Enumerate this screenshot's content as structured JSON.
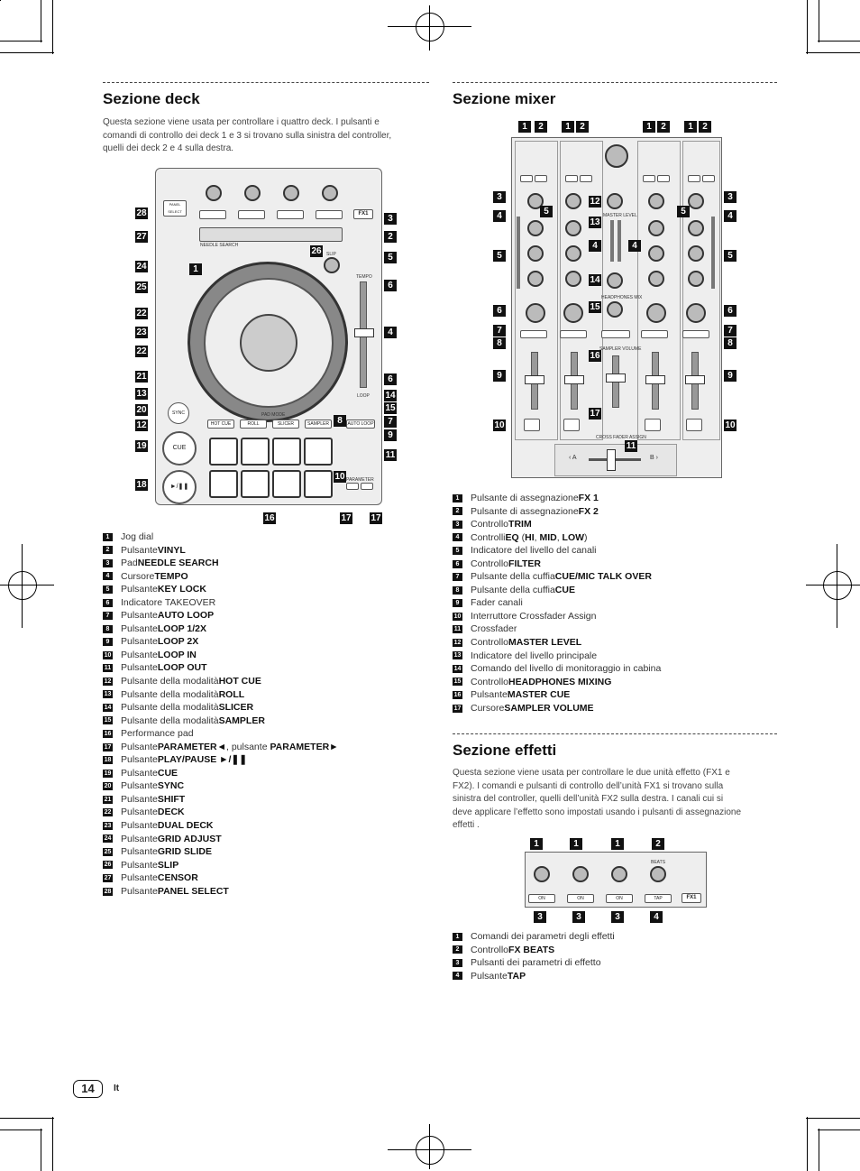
{
  "page": {
    "number": "14",
    "language": "It"
  },
  "deck": {
    "title": "Sezione deck",
    "intro": [
      "Questa sezione viene usata per controllare i quattro deck. I pulsanti e",
      "comandi di controllo dei deck 1 e 3 si trovano sulla sinistra del controller,",
      "quelli dei deck 2 e 4 sulla destra."
    ],
    "figure": {
      "fx1": "FX1",
      "cue": "CUE",
      "sync": "SYNC",
      "play": "►/❚❚",
      "panel": "PANEL SELECT",
      "slip": "SLIP",
      "tempo": "TEMPO",
      "needle": "NEEDLE SEARCH",
      "hot_cue": "HOT CUE",
      "roll": "ROLL",
      "slicer": "SLICER",
      "sampler": "SAMPLER",
      "auto_loop": "AUTO LOOP",
      "pad_mode": "PAD MODE",
      "loop": "LOOP",
      "parameter": "PARAMETER"
    },
    "callouts_left": [
      "28",
      "27",
      "24",
      "25",
      "22",
      "23",
      "22",
      "21",
      "13",
      "20",
      "12",
      "19",
      "18"
    ],
    "callouts_right": [
      "3",
      "2",
      "5",
      "6",
      "4",
      "6",
      "14",
      "15",
      "7",
      "9",
      "11"
    ],
    "callouts_misc": [
      "1",
      "26",
      "8",
      "10",
      "16",
      "17",
      "17"
    ],
    "items": [
      {
        "n": "1",
        "pre": "Jog dial",
        "b": ""
      },
      {
        "n": "2",
        "pre": "Pulsante ",
        "b": "VINYL"
      },
      {
        "n": "3",
        "pre": "Pad ",
        "b": "NEEDLE SEARCH"
      },
      {
        "n": "4",
        "pre": "Cursore ",
        "b": "TEMPO"
      },
      {
        "n": "5",
        "pre": "Pulsante ",
        "b": "KEY LOCK"
      },
      {
        "n": "6",
        "pre": "Indicatore TAKEOVER",
        "b": ""
      },
      {
        "n": "7",
        "pre": "Pulsante ",
        "b": "AUTO LOOP"
      },
      {
        "n": "8",
        "pre": "Pulsante ",
        "b": "LOOP 1/2X"
      },
      {
        "n": "9",
        "pre": "Pulsante ",
        "b": "LOOP 2X"
      },
      {
        "n": "10",
        "pre": "Pulsante ",
        "b": "LOOP IN"
      },
      {
        "n": "11",
        "pre": "Pulsante ",
        "b": "LOOP OUT"
      },
      {
        "n": "12",
        "pre": "Pulsante della modalità ",
        "b": "HOT CUE"
      },
      {
        "n": "13",
        "pre": "Pulsante della modalità ",
        "b": "ROLL"
      },
      {
        "n": "14",
        "pre": "Pulsante della modalità ",
        "b": "SLICER"
      },
      {
        "n": "15",
        "pre": "Pulsante della modalità ",
        "b": "SAMPLER"
      },
      {
        "n": "16",
        "pre": "Performance pad",
        "b": ""
      },
      {
        "n": "17",
        "pre": "Pulsante ",
        "b": "PARAMETER◄",
        "post": ", pulsante ",
        "b2": "PARAMETER►"
      },
      {
        "n": "18",
        "pre": "Pulsante ",
        "b": "PLAY/PAUSE ►/❚❚"
      },
      {
        "n": "19",
        "pre": "Pulsante ",
        "b": "CUE"
      },
      {
        "n": "20",
        "pre": "Pulsante ",
        "b": "SYNC"
      },
      {
        "n": "21",
        "pre": "Pulsante ",
        "b": "SHIFT"
      },
      {
        "n": "22",
        "pre": "Pulsante ",
        "b": "DECK"
      },
      {
        "n": "23",
        "pre": "Pulsante ",
        "b": "DUAL DECK"
      },
      {
        "n": "24",
        "pre": "Pulsante ",
        "b": "GRID ADJUST"
      },
      {
        "n": "25",
        "pre": "Pulsante ",
        "b": "GRID SLIDE"
      },
      {
        "n": "26",
        "pre": "Pulsante ",
        "b": "SLIP"
      },
      {
        "n": "27",
        "pre": "Pulsante ",
        "b": "CENSOR"
      },
      {
        "n": "28",
        "pre": "Pulsante ",
        "b": "PANEL SELECT"
      }
    ]
  },
  "mixer": {
    "title": "Sezione mixer",
    "figure": {
      "cross_fader": "CROSS FADER ASSIGN",
      "master_level": "MASTER LEVEL",
      "headphones": "HEADPHONES MIX",
      "sampler_volume": "SAMPLER VOLUME",
      "a_label": "‹ A",
      "b_label": "B ›"
    },
    "items": [
      {
        "n": "1",
        "pre": "Pulsante di assegnazione ",
        "b": "FX 1"
      },
      {
        "n": "2",
        "pre": "Pulsante di assegnazione ",
        "b": "FX 2"
      },
      {
        "n": "3",
        "pre": "Controllo ",
        "b": "TRIM"
      },
      {
        "n": "4",
        "pre": "Controlli ",
        "b": "EQ",
        "post": " (",
        "b2": "HI",
        "post2": ", ",
        "b3": "MID",
        "post3": ", ",
        "b4": "LOW",
        "post4": ")"
      },
      {
        "n": "5",
        "pre": "Indicatore del livello del canali",
        "b": ""
      },
      {
        "n": "6",
        "pre": "Controllo ",
        "b": "FILTER"
      },
      {
        "n": "7",
        "pre": "Pulsante della cuffia ",
        "b": "CUE/MIC TALK OVER"
      },
      {
        "n": "8",
        "pre": "Pulsante della cuffia ",
        "b": "CUE"
      },
      {
        "n": "9",
        "pre": "Fader canali",
        "b": ""
      },
      {
        "n": "10",
        "pre": "Interruttore Crossfader Assign",
        "b": ""
      },
      {
        "n": "11",
        "pre": "Crossfader",
        "b": ""
      },
      {
        "n": "12",
        "pre": "Controllo ",
        "b": "MASTER LEVEL"
      },
      {
        "n": "13",
        "pre": "Indicatore del livello principale",
        "b": ""
      },
      {
        "n": "14",
        "pre": "Comando del livello di monitoraggio in cabina",
        "b": ""
      },
      {
        "n": "15",
        "pre": "Controllo ",
        "b": "HEADPHONES MIXING"
      },
      {
        "n": "16",
        "pre": "Pulsante ",
        "b": "MASTER CUE"
      },
      {
        "n": "17",
        "pre": "Cursore ",
        "b": "SAMPLER VOLUME"
      }
    ]
  },
  "effects": {
    "title": "Sezione effetti",
    "intro": [
      "Questa sezione viene usata per controllare le due unità effetto (FX1 e",
      "FX2). I comandi e pulsanti di controllo dell’unità FX1 si trovano sulla",
      "sinistra del controller, quelli dell’unità FX2 sulla destra. I canali cui si",
      "deve applicare l’effetto sono impostati usando i pulsanti di assegnazione",
      "effetti ."
    ],
    "figure": {
      "fx1": "FX1",
      "beats": "BEATS",
      "on": "ON",
      "tap": "TAP"
    },
    "items": [
      {
        "n": "1",
        "pre": "Comandi dei parametri degli effetti",
        "b": ""
      },
      {
        "n": "2",
        "pre": "Controllo ",
        "b": "FX BEATS"
      },
      {
        "n": "3",
        "pre": "Pulsanti dei parametri di effetto",
        "b": ""
      },
      {
        "n": "4",
        "pre": "Pulsante ",
        "b": "TAP"
      }
    ]
  }
}
